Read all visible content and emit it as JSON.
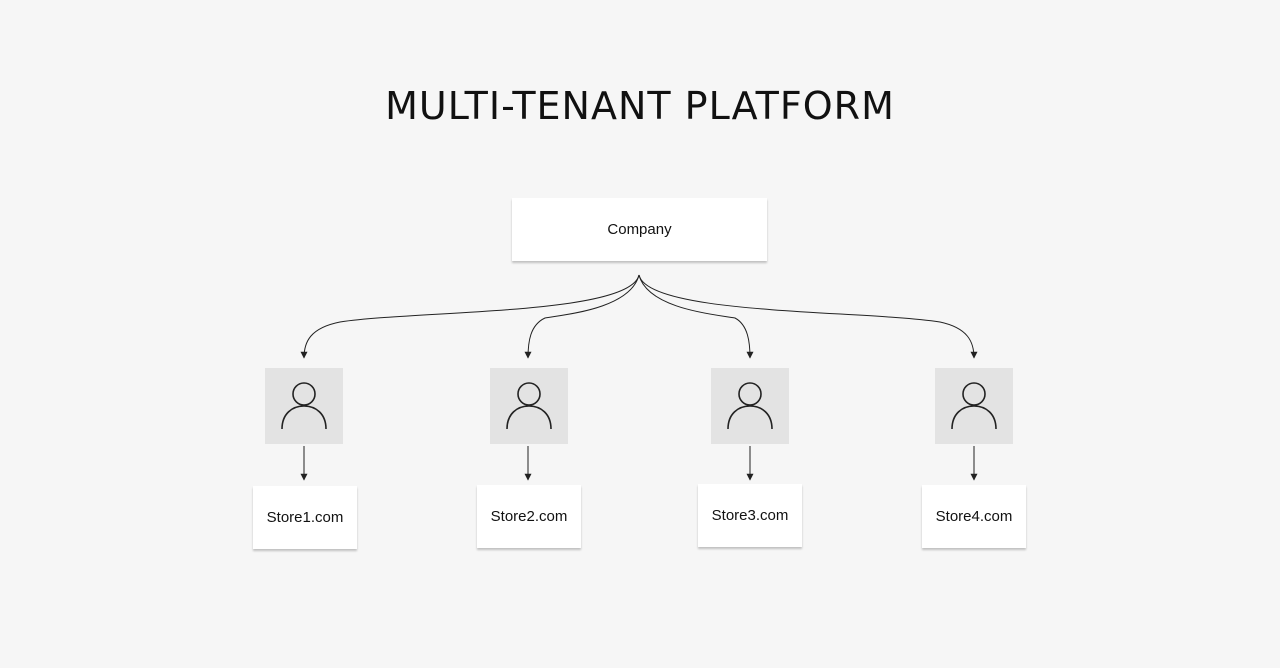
{
  "title": "MULTI-TENANT PLATFORM",
  "root": {
    "label": "Company"
  },
  "tenants": [
    {
      "icon": "user-icon",
      "store": "Store1.com"
    },
    {
      "icon": "user-icon",
      "store": "Store2.com"
    },
    {
      "icon": "user-icon",
      "store": "Store3.com"
    },
    {
      "icon": "user-icon",
      "store": "Store4.com"
    }
  ],
  "colors": {
    "background": "#f6f6f6",
    "box": "#ffffff",
    "user_tile": "#e3e3e3",
    "line": "#222222"
  }
}
